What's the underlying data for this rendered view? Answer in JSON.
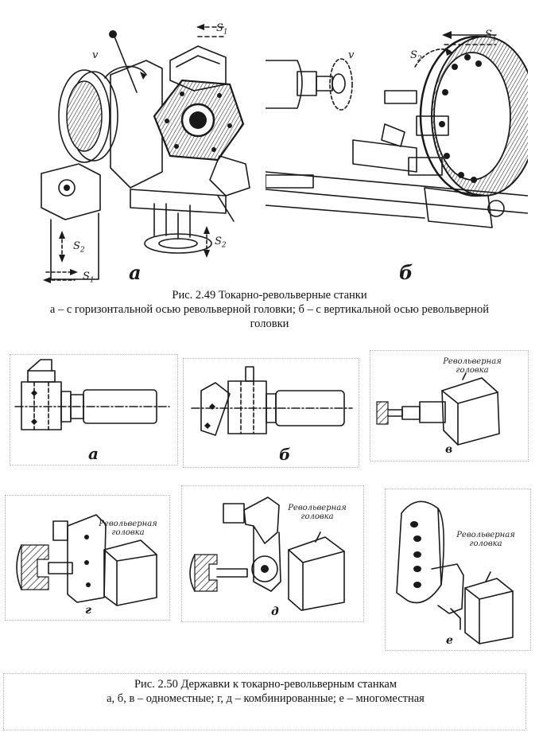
{
  "fig249": {
    "caption_title": "Рис. 2.49 Токарно-револьверные станки",
    "caption_line2": "а – с горизонтальной осью револьверной головки; б – с вертикальной осью револьверной",
    "caption_line3": "головки",
    "left_letter": "а",
    "right_letter": "б",
    "labels": {
      "v": "v",
      "s1": "S",
      "s1_sub": "1",
      "s2": "S",
      "s2_sub": "2"
    }
  },
  "fig250": {
    "caption_title": "Рис. 2.50 Державки к токарно-револьверным станкам",
    "caption_line2": "а, б, в – одноместные; г, д – комбинированные; е – многоместная",
    "panels": [
      {
        "letter": "а"
      },
      {
        "letter": "б"
      },
      {
        "letter": "в",
        "tag_line1": "Револьверная",
        "tag_line2": "головка"
      },
      {
        "letter": "г",
        "tag_line1": "Револьверная",
        "tag_line2": "головка"
      },
      {
        "letter": "д",
        "tag_line1": "Револьверная",
        "tag_line2": "головка"
      },
      {
        "letter": "е",
        "tag_line1": "Револьверная",
        "tag_line2": "головка"
      }
    ]
  }
}
